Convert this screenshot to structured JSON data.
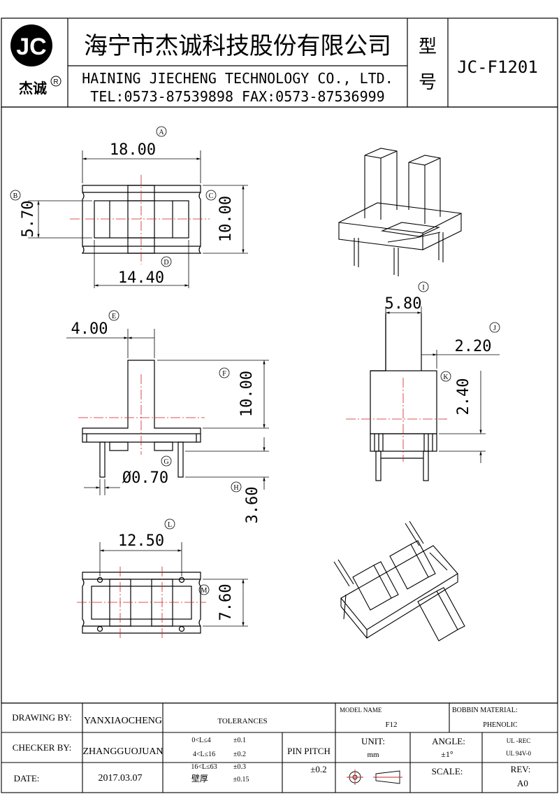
{
  "header": {
    "logo_text": "JC",
    "logo_sub": "杰诚",
    "logo_reg": "R",
    "company_cn": "海宁市杰诚科技股份有限公司",
    "company_en": "HAINING JIECHENG TECHNOLOGY CO., LTD.",
    "contact": "TEL:0573-87539898   FAX:0573-87536999",
    "type_label_1": "型",
    "type_label_2": "号",
    "part_number": "JC-F1201"
  },
  "drawing": {
    "top_view": {
      "dim_a": "18.00",
      "dim_a_tag": "A",
      "dim_b": "5.70",
      "dim_b_tag": "B",
      "dim_c": "10.00",
      "dim_c_tag": "C",
      "dim_d": "14.40",
      "dim_d_tag": "D"
    },
    "front_view": {
      "dim_e": "4.00",
      "dim_e_tag": "E",
      "dim_f": "10.00",
      "dim_f_tag": "F",
      "dim_g": "Ø0.70",
      "dim_g_tag": "G",
      "dim_h": "3.60",
      "dim_h_tag": "H"
    },
    "side_view": {
      "dim_i": "5.80",
      "dim_i_tag": "I",
      "dim_j": "2.20",
      "dim_j_tag": "J",
      "dim_k": "2.40",
      "dim_k_tag": "K"
    },
    "bottom_view": {
      "dim_l": "12.50",
      "dim_l_tag": "L",
      "dim_m": "7.60",
      "dim_m_tag": "M"
    }
  },
  "title_block": {
    "drawing_by_label": "DRAWING  BY:",
    "drawing_by": "YANXIAOCHENG",
    "checker_by_label": "CHECKER  BY:",
    "checker_by": "ZHANGGUOJUAN",
    "date_label": "DATE:",
    "date": "2017.03.07",
    "tolerances_label": "TOLERANCES",
    "tol_rows": [
      {
        "range": "0<L≤4",
        "tol": "±0.1"
      },
      {
        "range": "4<L≤16",
        "tol": "±0.2"
      },
      {
        "range": "16<L≤63",
        "tol": "±0.3"
      },
      {
        "range": "壁厚",
        "tol": "±0.15"
      }
    ],
    "pin_pitch_label": "PIN PITCH",
    "pin_pitch": "±0.2",
    "model_name_label": "MODEL NAME",
    "model_name": "F12",
    "bobbin_material_label": "BOBBIN MATERIAL:",
    "bobbin_material": "PHENOLIC",
    "unit_label": "UNIT:",
    "unit": "mm",
    "angle_label": "ANGLE:",
    "angle": "±1°",
    "ul_1": "UL -REC",
    "ul_2": "UL  94V-0",
    "scale_label": "SCALE:",
    "rev_label": "REV:",
    "rev": "A0"
  },
  "colors": {
    "line": "#000000",
    "center_line": "#d02020"
  }
}
